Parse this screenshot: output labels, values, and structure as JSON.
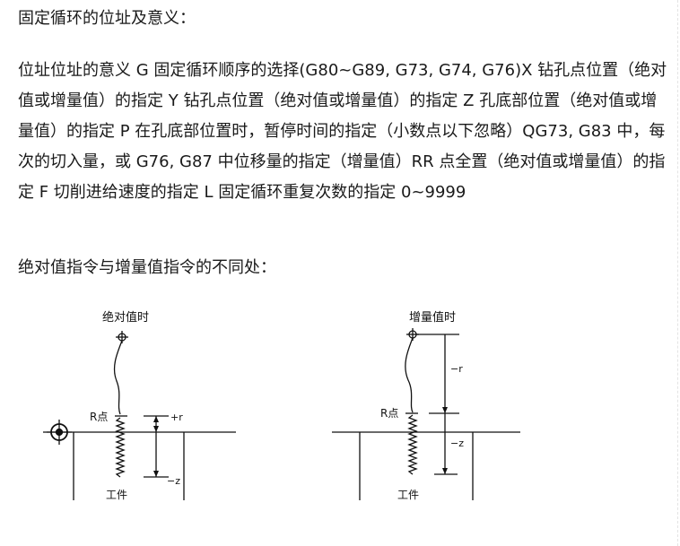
{
  "section_title": "固定循环的位址及意义：",
  "body_text": "位址位址的意义 G 固定循环顺序的选择(G80~G89, G73, G74, G76)X 钻孔点位置（绝对值或增量值）的指定 Y 钻孔点位置（绝对值或增量值）的指定 Z 孔底部位置（绝对值或增量值）的指定 P 在孔底部位置时，暂停时间的指定（小数点以下忽略）QG73, G83 中，每次的切入量，或 G76, G87 中位移量的指定（增量值）RR 点全置（绝对值或增量值）的指定 F 切削进给速度的指定 L 固定循环重复次数的指定 0~9999",
  "comparison_title": "绝对值指令与增量值指令的不同处：",
  "figures": {
    "absolute": {
      "title": "绝对值时",
      "r_point_label": "R点",
      "plus_r_label": "+r",
      "minus_z_label": "−z",
      "workpiece_label": "工件"
    },
    "incremental": {
      "title": "增量值时",
      "r_point_label": "R点",
      "minus_r_label": "−r",
      "minus_z_label": "−z",
      "workpiece_label": "工件"
    }
  },
  "colors": {
    "text": "#1a1a1a",
    "line": "#111111"
  }
}
